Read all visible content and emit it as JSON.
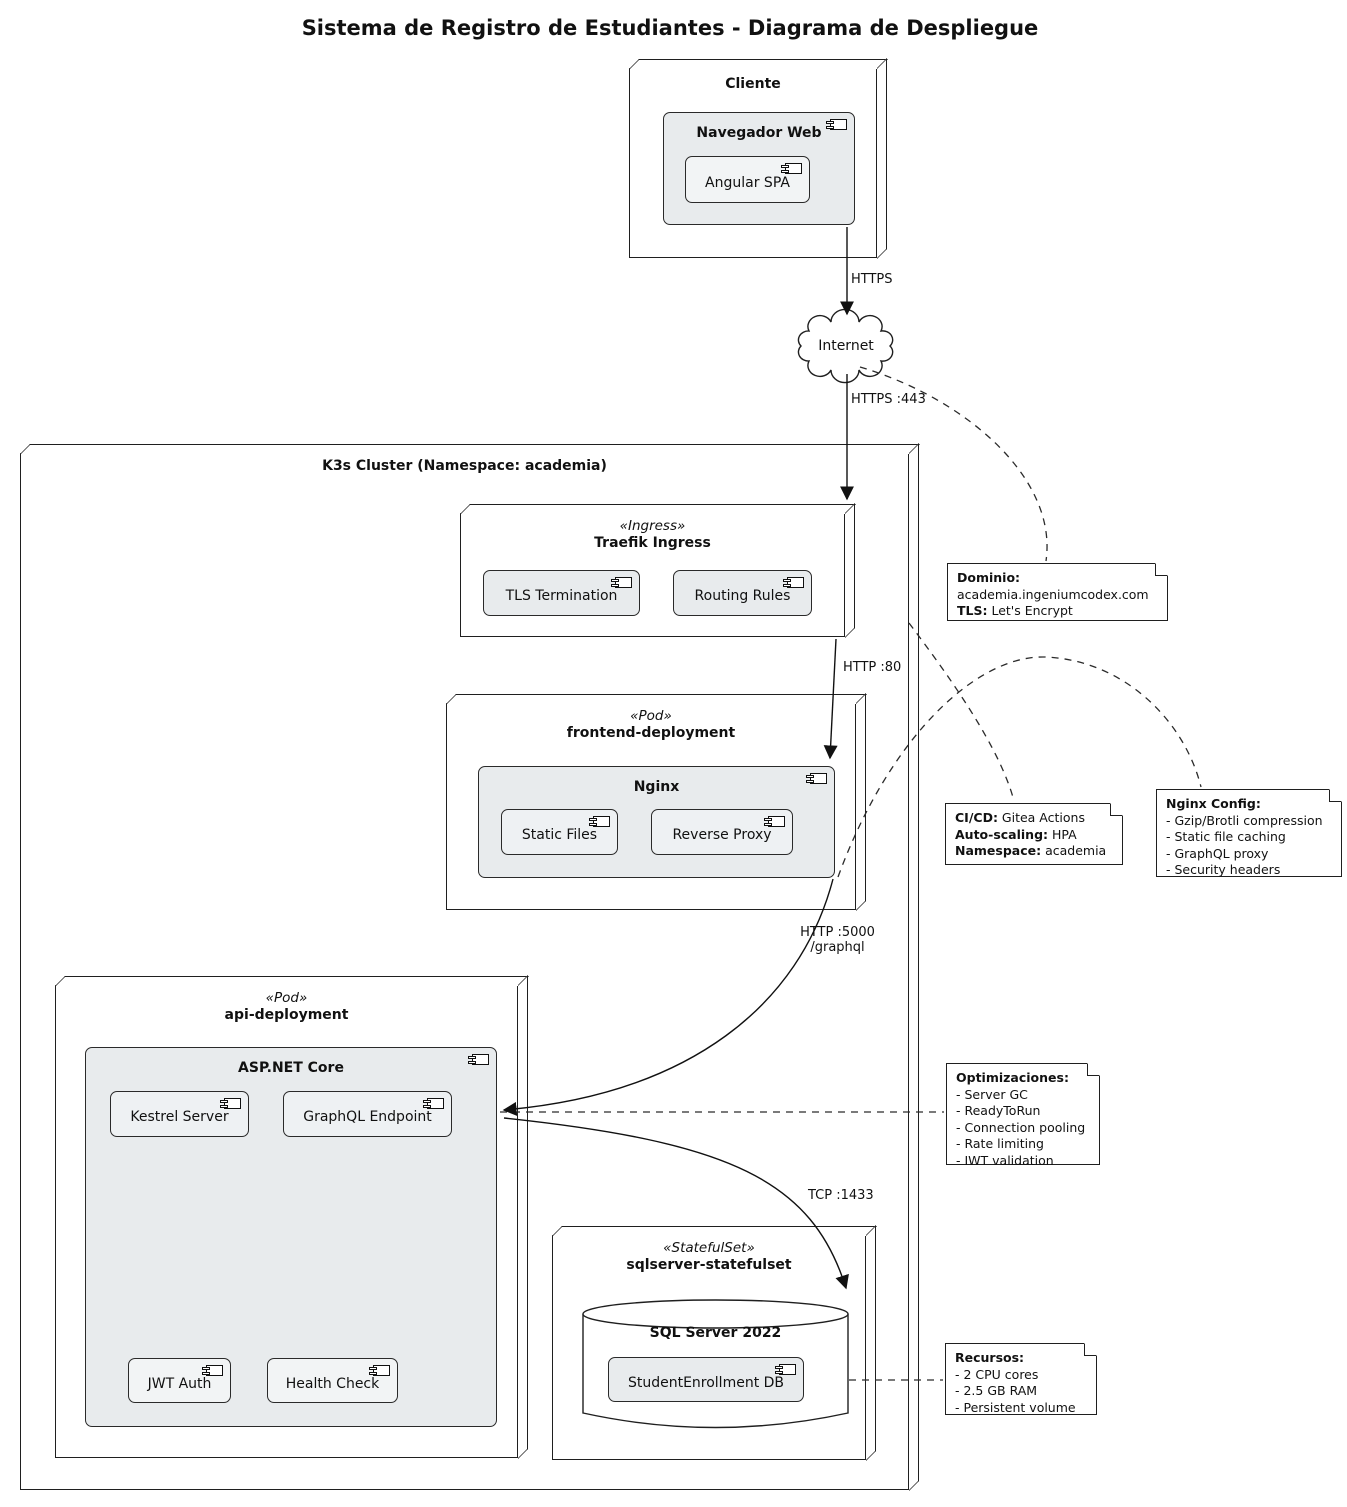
{
  "title": "Sistema de Registro de Estudiantes - Diagrama de Despliegue",
  "colors": {
    "line": "#1f1f1f",
    "component_fill": "#e8ebed",
    "leaf_component_fill": "#eef1f3",
    "node_fill": "#ffffff",
    "note_fill": "#ffffff",
    "text": "#111111"
  },
  "nodes": {
    "cliente": {
      "title": "Cliente"
    },
    "navegador_web": {
      "title": "Navegador Web"
    },
    "angular_spa": {
      "label": "Angular SPA"
    },
    "internet": {
      "label": "Internet"
    },
    "k3s_cluster": {
      "title": "K3s Cluster (Namespace: academia)"
    },
    "traefik": {
      "stereotype": "«Ingress»",
      "title": "Traefik Ingress"
    },
    "tls_termination": {
      "label": "TLS Termination"
    },
    "routing_rules": {
      "label": "Routing Rules"
    },
    "frontend": {
      "stereotype": "«Pod»",
      "title": "frontend-deployment"
    },
    "nginx": {
      "title": "Nginx"
    },
    "static_files": {
      "label": "Static Files"
    },
    "reverse_proxy": {
      "label": "Reverse Proxy"
    },
    "api": {
      "stereotype": "«Pod»",
      "title": "api-deployment"
    },
    "aspnet_core": {
      "title": "ASP.NET Core"
    },
    "kestrel": {
      "label": "Kestrel Server"
    },
    "graphql_endpoint": {
      "label": "GraphQL Endpoint"
    },
    "jwt_auth": {
      "label": "JWT Auth"
    },
    "health_check": {
      "label": "Health Check"
    },
    "statefulset": {
      "stereotype": "«StatefulSet»",
      "title": "sqlserver-statefulset"
    },
    "sql_server": {
      "title": "SQL Server 2022"
    },
    "student_db": {
      "label": "StudentEnrollment DB"
    }
  },
  "edges": {
    "https": {
      "label": "HTTPS"
    },
    "https_443": {
      "label": "HTTPS :443"
    },
    "http_80": {
      "label": "HTTP :80"
    },
    "http_5000": {
      "label": "HTTP :5000",
      "sublabel": "/graphql"
    },
    "tcp_1433": {
      "label": "TCP :1433"
    }
  },
  "notes": {
    "dominio": {
      "lines": [
        {
          "b": "Dominio:",
          "t": ""
        },
        {
          "b": "",
          "t": "academia.ingeniumcodex.com"
        },
        {
          "b": "TLS:",
          "t": " Let's Encrypt"
        }
      ]
    },
    "cicd": {
      "lines": [
        {
          "b": "CI/CD:",
          "t": " Gitea Actions"
        },
        {
          "b": "Auto-scaling:",
          "t": " HPA"
        },
        {
          "b": "Namespace:",
          "t": " academia"
        }
      ]
    },
    "nginx_config": {
      "lines": [
        {
          "b": "Nginx Config:",
          "t": ""
        },
        {
          "b": "",
          "t": "- Gzip/Brotli compression"
        },
        {
          "b": "",
          "t": "- Static file caching"
        },
        {
          "b": "",
          "t": "- GraphQL proxy"
        },
        {
          "b": "",
          "t": "- Security headers"
        }
      ]
    },
    "optimizaciones": {
      "lines": [
        {
          "b": "Optimizaciones:",
          "t": ""
        },
        {
          "b": "",
          "t": "- Server GC"
        },
        {
          "b": "",
          "t": "- ReadyToRun"
        },
        {
          "b": "",
          "t": "- Connection pooling"
        },
        {
          "b": "",
          "t": "- Rate limiting"
        },
        {
          "b": "",
          "t": "- JWT validation"
        }
      ]
    },
    "recursos": {
      "lines": [
        {
          "b": "Recursos:",
          "t": ""
        },
        {
          "b": "",
          "t": "- 2 CPU cores"
        },
        {
          "b": "",
          "t": "- 2.5 GB RAM"
        },
        {
          "b": "",
          "t": "- Persistent volume"
        }
      ]
    }
  }
}
